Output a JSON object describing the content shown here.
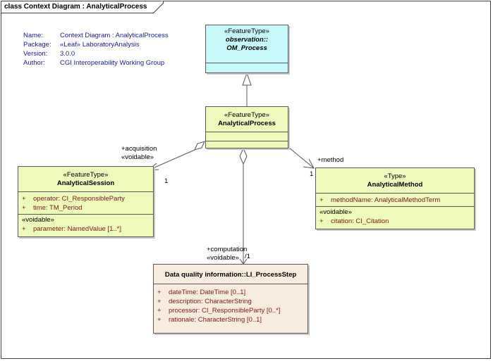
{
  "frame": {
    "title": "class Context Diagram : AnalyticalProcess"
  },
  "notes": [
    {
      "key": "Name:",
      "value": "Context Diagram : AnalyticalProcess"
    },
    {
      "key": "Package:",
      "value": "«Leaf» LaboratoryAnalysis"
    },
    {
      "key": "Version:",
      "value": "3.0.0"
    },
    {
      "key": "Author:",
      "value": "CGI Interoperability Working Group"
    }
  ],
  "classes": {
    "om_process": {
      "stereotype": "«FeatureType»",
      "name_line1": "observation::",
      "name_line2": "OM_Process"
    },
    "analytical_process": {
      "stereotype": "«FeatureType»",
      "name": "AnalyticalProcess"
    },
    "analytical_session": {
      "stereotype": "«FeatureType»",
      "name": "AnalyticalSession",
      "attributes": [
        {
          "vis": "+",
          "text": "operator:  CI_ResponsibleParty"
        },
        {
          "vis": "+",
          "text": "time:  TM_Period"
        }
      ],
      "voidable_label": "«voidable»",
      "voidable_attributes": [
        {
          "vis": "+",
          "text": "parameter:  NamedValue [1..*]"
        }
      ]
    },
    "analytical_method": {
      "stereotype": "«Type»",
      "name": "AnalyticalMethod",
      "attributes": [
        {
          "vis": "+",
          "text": "methodName:  AnalyticalMethodTerm"
        }
      ],
      "voidable_label": "«voidable»",
      "voidable_attributes": [
        {
          "vis": "+",
          "text": "citation:  CI_Citation"
        }
      ]
    },
    "li_process_step": {
      "name": "Data quality information::LI_ProcessStep",
      "attributes": [
        {
          "vis": "+",
          "text": "dateTime:  DateTime [0..1]"
        },
        {
          "vis": "+",
          "text": "description:  CharacterString"
        },
        {
          "vis": "+",
          "text": "processor:  CI_ResponsibleParty [0..*]"
        },
        {
          "vis": "+",
          "text": "rationale:  CharacterString [0..1]"
        }
      ]
    }
  },
  "associations": {
    "acquisition": {
      "role": "+acquisition",
      "stereotype": "«voidable»",
      "multiplicity": "1"
    },
    "method": {
      "role": "+method",
      "multiplicity": "1"
    },
    "computation": {
      "role": "+computation",
      "stereotype": "«voidable»",
      "multiplicity": "/1"
    }
  }
}
